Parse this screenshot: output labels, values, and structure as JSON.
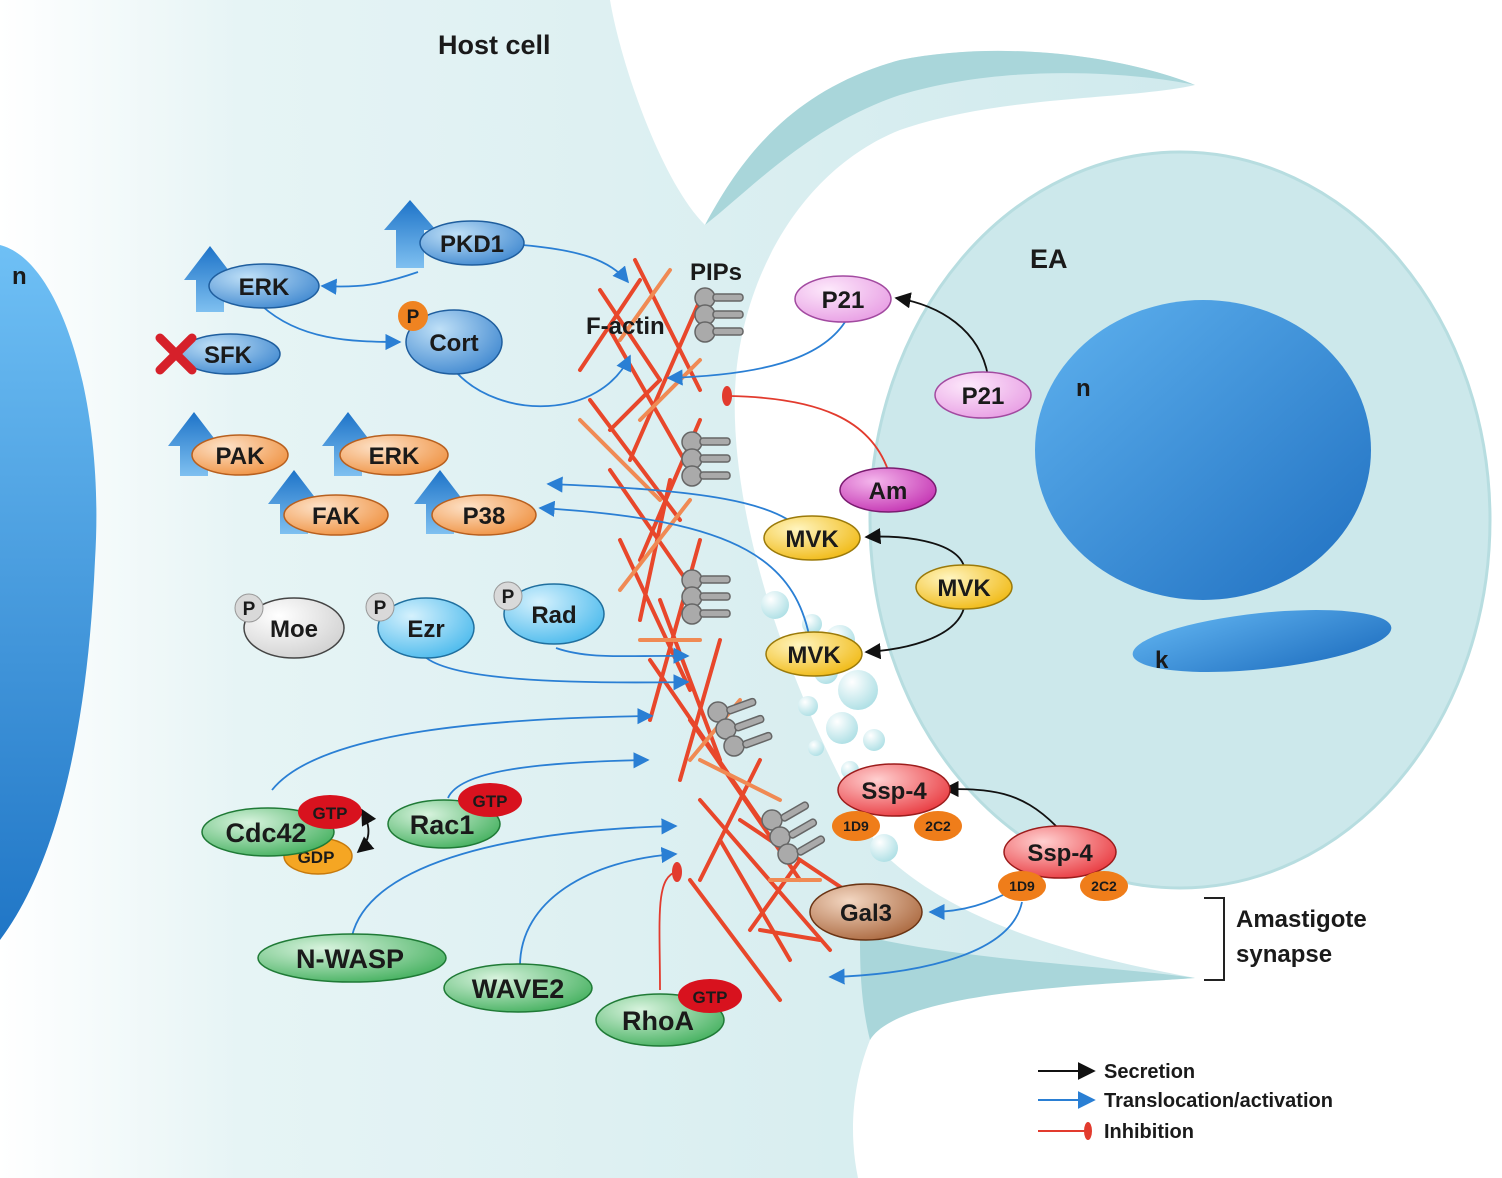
{
  "labels": {
    "host_cell": "Host cell",
    "ea": "EA",
    "host_nucleus": "n",
    "parasite_nucleus": "n",
    "kinetoplast": "k",
    "pips": "PIPs",
    "f_actin": "F-actin",
    "synapse_line1": "Amastigote",
    "synapse_line2": "synapse",
    "phospho": "P"
  },
  "nodes": {
    "pkd1": "PKD1",
    "erk_blue": "ERK",
    "sfk": "SFK",
    "cort": "Cort",
    "pak": "PAK",
    "erk_orange": "ERK",
    "fak": "FAK",
    "p38": "P38",
    "moe": "Moe",
    "ezr": "Ezr",
    "rad": "Rad",
    "cdc42": "Cdc42",
    "rac1": "Rac1",
    "n_wasp": "N-WASP",
    "wave2": "WAVE2",
    "rhoa": "RhoA",
    "gtp": "GTP",
    "gdp": "GDP",
    "p21": "P21",
    "am": "Am",
    "mvk": "MVK",
    "ssp4": "Ssp-4",
    "ab_1d9": "1D9",
    "ab_2c2": "2C2",
    "gal3": "Gal3"
  },
  "legend": {
    "items": [
      {
        "label": "Secretion",
        "color": "#111111",
        "kind": "arrow"
      },
      {
        "label": "Translocation/activation",
        "color": "#2a7fd4",
        "kind": "arrow"
      },
      {
        "label": "Inhibition",
        "color": "#e23b2e",
        "kind": "inhibit"
      }
    ]
  },
  "colors": {
    "host_cytoplasm": "#d6eef0",
    "membrane": "#a9d6da",
    "parasite": "#cce8eb",
    "nucleus": "#3f97df",
    "actin": "#e8472b",
    "blue_arrow": "#2a7fd4",
    "inhibit": "#e23b2e"
  }
}
